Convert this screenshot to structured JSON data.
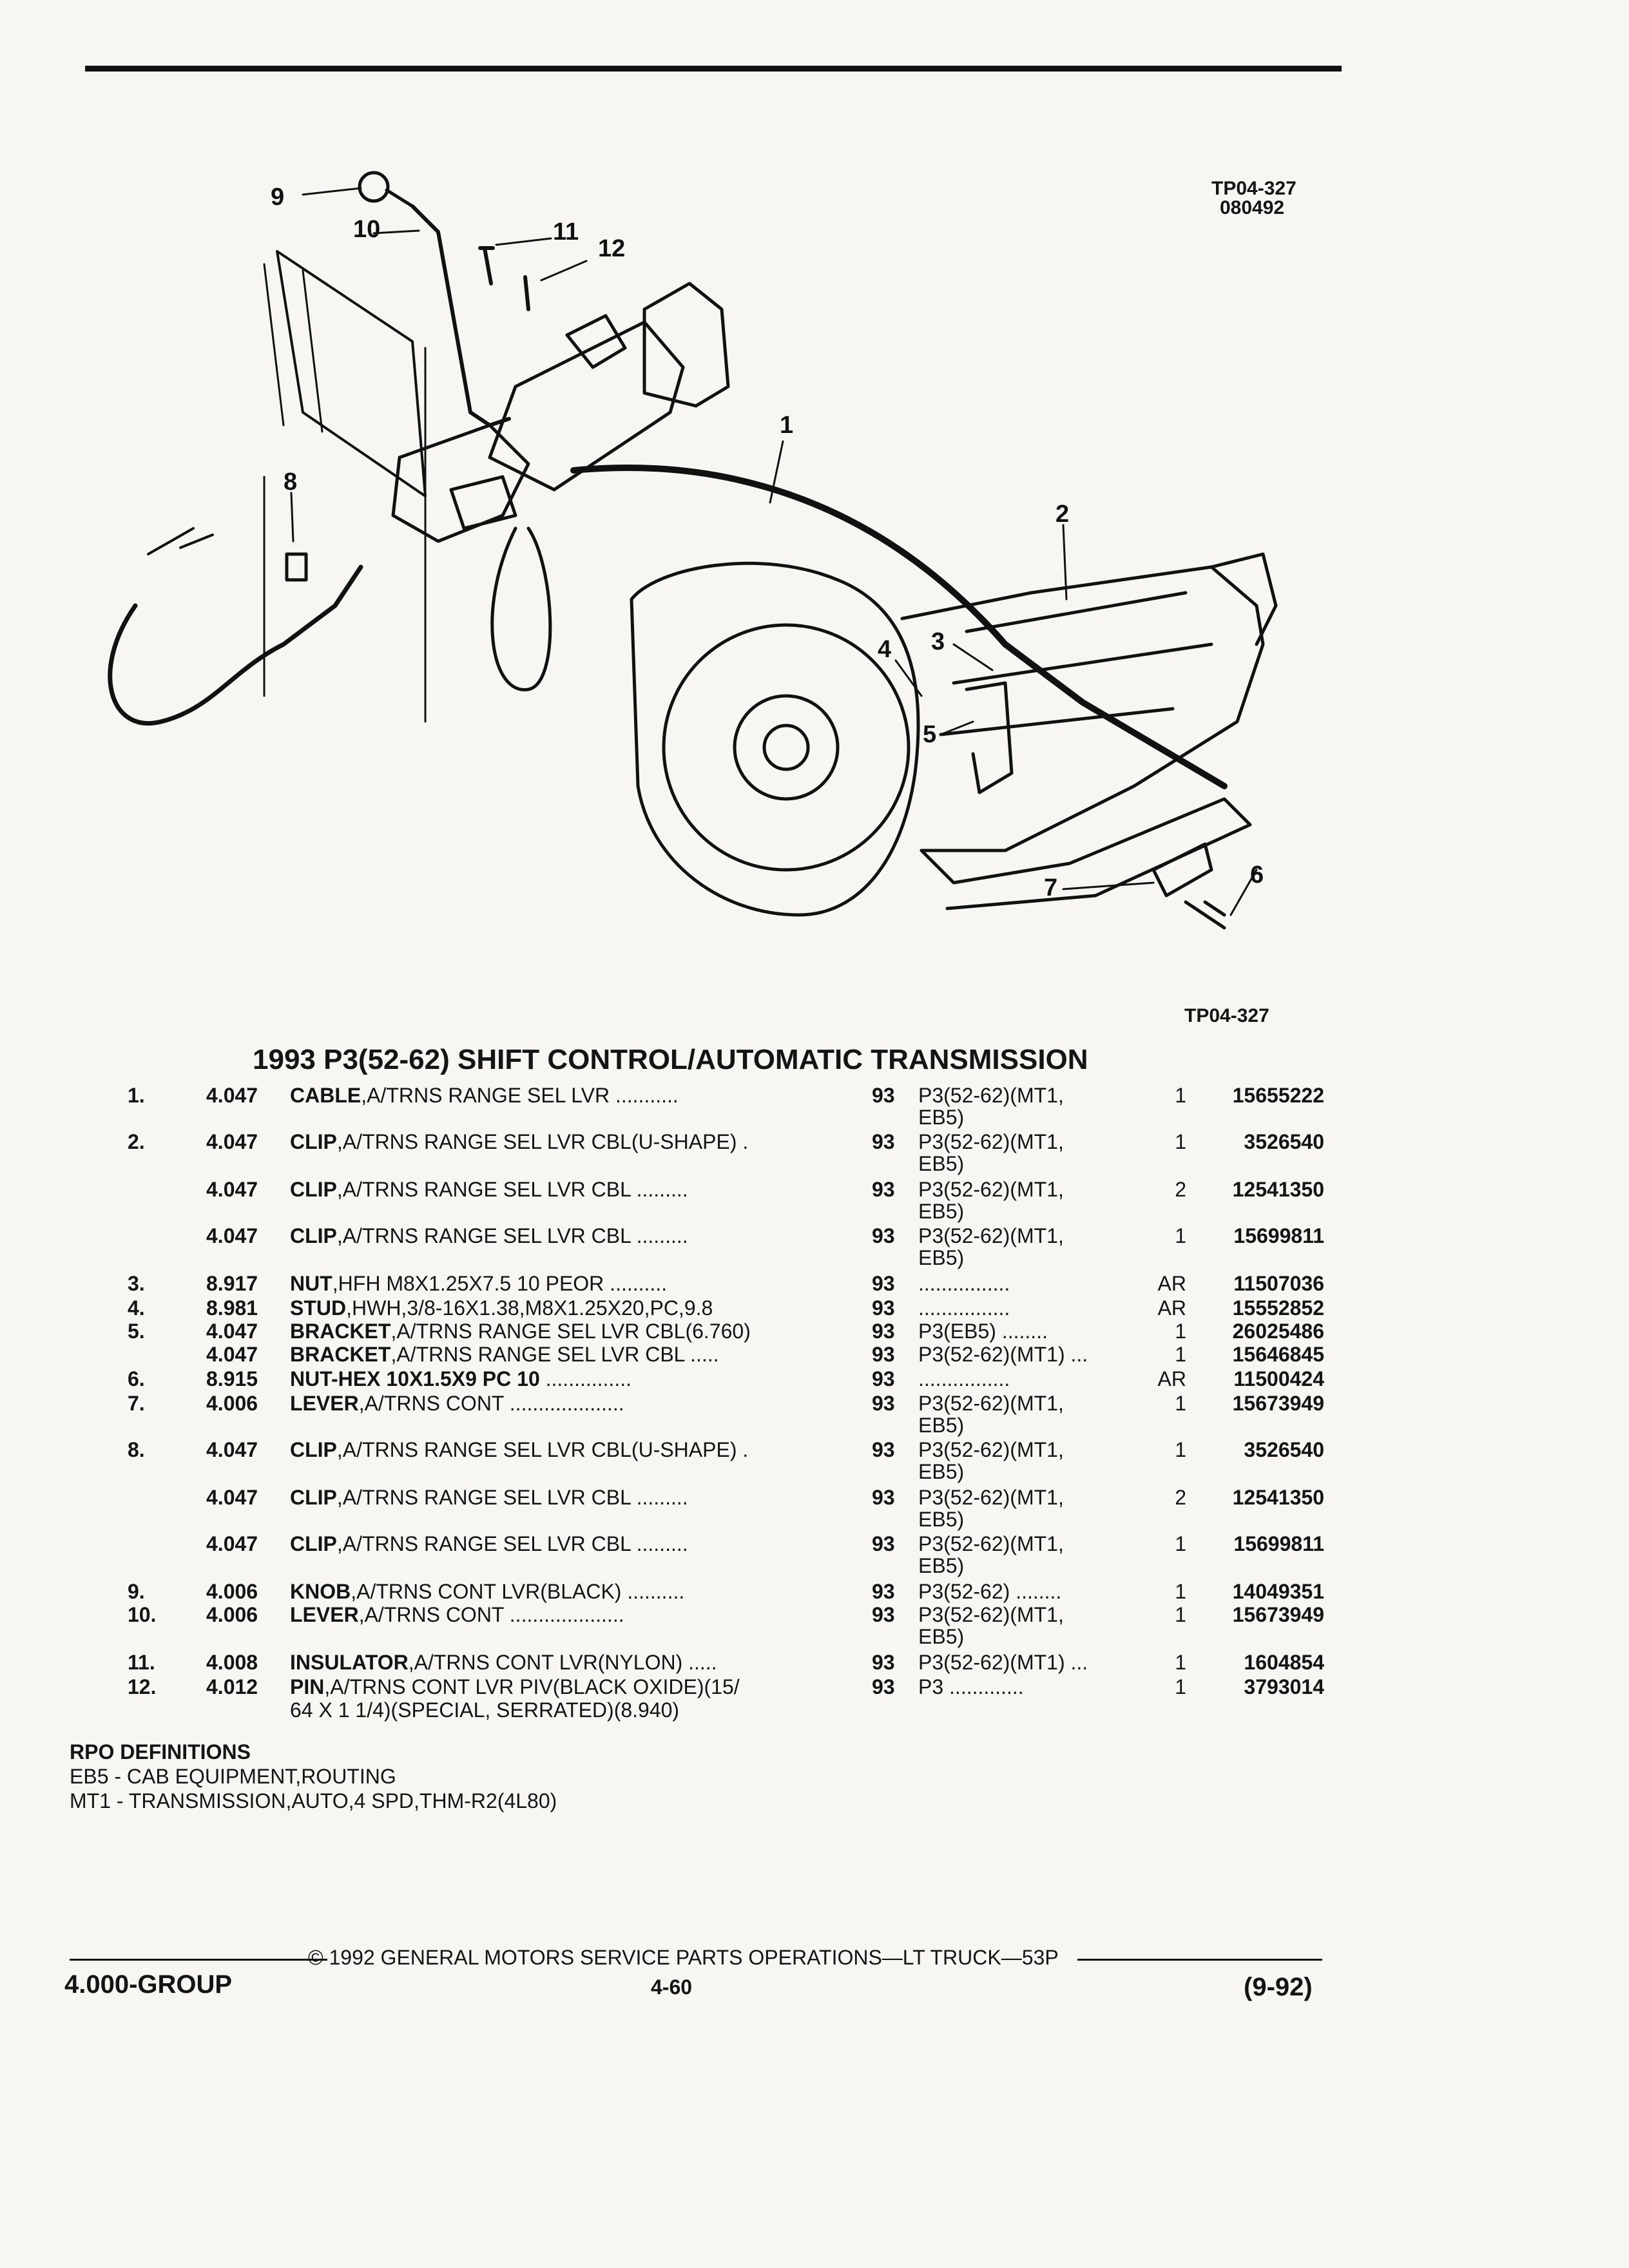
{
  "header": {
    "code": "TP04-327",
    "date_code": "080492",
    "figure_ref": "TP04-327"
  },
  "diagram": {
    "callouts": [
      "1",
      "2",
      "3",
      "4",
      "5",
      "6",
      "7",
      "8",
      "9",
      "10",
      "11",
      "12"
    ]
  },
  "title": "1993 P3(52-62) SHIFT CONTROL/AUTOMATIC TRANSMISSION",
  "parts": [
    {
      "num": "1.",
      "group": "4.047",
      "name": "CABLE",
      "spec": ",A/TRNS RANGE SEL LVR ...........",
      "year": "93",
      "usage": "P3(52-62)(MT1,",
      "usage2": "EB5)",
      "qty": "1",
      "pn": "15655222"
    },
    {
      "num": "2.",
      "group": "4.047",
      "name": "CLIP",
      "spec": ",A/TRNS RANGE SEL LVR CBL(U-SHAPE) .",
      "year": "93",
      "usage": "P3(52-62)(MT1,",
      "usage2": "EB5)",
      "qty": "1",
      "pn": "3526540"
    },
    {
      "num": "",
      "group": "4.047",
      "name": "CLIP",
      "spec": ",A/TRNS RANGE SEL LVR CBL .........",
      "year": "93",
      "usage": "P3(52-62)(MT1,",
      "usage2": "EB5)",
      "qty": "2",
      "pn": "12541350"
    },
    {
      "num": "",
      "group": "4.047",
      "name": "CLIP",
      "spec": ",A/TRNS RANGE SEL LVR CBL .........",
      "year": "93",
      "usage": "P3(52-62)(MT1,",
      "usage2": "EB5)",
      "qty": "1",
      "pn": "15699811"
    },
    {
      "num": "3.",
      "group": "8.917",
      "name": "NUT",
      "spec": ",HFH M8X1.25X7.5 10 PEOR ..........",
      "year": "93",
      "usage": "................",
      "usage2": "",
      "qty": "AR",
      "pn": "11507036"
    },
    {
      "num": "4.",
      "group": "8.981",
      "name": "STUD",
      "spec": ",HWH,3/8-16X1.38,M8X1.25X20,PC,9.8",
      "year": "93",
      "usage": "................",
      "usage2": "",
      "qty": "AR",
      "pn": "15552852"
    },
    {
      "num": "5.",
      "group": "4.047",
      "name": "BRACKET",
      "spec": ",A/TRNS RANGE SEL LVR CBL(6.760)",
      "year": "93",
      "usage": "P3(EB5) ........",
      "usage2": "",
      "qty": "1",
      "pn": "26025486"
    },
    {
      "num": "",
      "group": "4.047",
      "name": "BRACKET",
      "spec": ",A/TRNS RANGE SEL LVR CBL .....",
      "year": "93",
      "usage": "P3(52-62)(MT1) ...",
      "usage2": "",
      "qty": "1",
      "pn": "15646845"
    },
    {
      "num": "6.",
      "group": "8.915",
      "name": "NUT-HEX 10X1.5X9 PC 10",
      "spec": " ...............",
      "year": "93",
      "usage": "................",
      "usage2": "",
      "qty": "AR",
      "pn": "11500424"
    },
    {
      "num": "7.",
      "group": "4.006",
      "name": "LEVER",
      "spec": ",A/TRNS CONT ....................",
      "year": "93",
      "usage": "P3(52-62)(MT1,",
      "usage2": "EB5)",
      "qty": "1",
      "pn": "15673949"
    },
    {
      "num": "8.",
      "group": "4.047",
      "name": "CLIP",
      "spec": ",A/TRNS RANGE SEL LVR CBL(U-SHAPE) .",
      "year": "93",
      "usage": "P3(52-62)(MT1,",
      "usage2": "EB5)",
      "qty": "1",
      "pn": "3526540"
    },
    {
      "num": "",
      "group": "4.047",
      "name": "CLIP",
      "spec": ",A/TRNS RANGE SEL LVR CBL .........",
      "year": "93",
      "usage": "P3(52-62)(MT1,",
      "usage2": "EB5)",
      "qty": "2",
      "pn": "12541350"
    },
    {
      "num": "",
      "group": "4.047",
      "name": "CLIP",
      "spec": ",A/TRNS RANGE SEL LVR CBL .........",
      "year": "93",
      "usage": "P3(52-62)(MT1,",
      "usage2": "EB5)",
      "qty": "1",
      "pn": "15699811"
    },
    {
      "num": "9.",
      "group": "4.006",
      "name": "KNOB",
      "spec": ",A/TRNS CONT LVR(BLACK) ..........",
      "year": "93",
      "usage": "P3(52-62) ........",
      "usage2": "",
      "qty": "1",
      "pn": "14049351"
    },
    {
      "num": "10.",
      "group": "4.006",
      "name": "LEVER",
      "spec": ",A/TRNS CONT ....................",
      "year": "93",
      "usage": "P3(52-62)(MT1,",
      "usage2": "EB5)",
      "qty": "1",
      "pn": "15673949"
    },
    {
      "num": "11.",
      "group": "4.008",
      "name": "INSULATOR",
      "spec": ",A/TRNS CONT LVR(NYLON) .....",
      "year": "93",
      "usage": "P3(52-62)(MT1) ...",
      "usage2": "",
      "qty": "1",
      "pn": "1604854"
    },
    {
      "num": "12.",
      "group": "4.012",
      "name": "PIN",
      "spec": ",A/TRNS CONT LVR PIV(BLACK OXIDE)(15/",
      "spec2": "64 X 1 1/4)(SPECIAL, SERRATED)(8.940)",
      "year": "93",
      "usage": "P3 .............",
      "usage2": "",
      "qty": "1",
      "pn": "3793014"
    }
  ],
  "rpo": {
    "heading": "RPO DEFINITIONS",
    "lines": [
      "EB5 - CAB EQUIPMENT,ROUTING",
      "MT1 - TRANSMISSION,AUTO,4 SPD,THM-R2(4L80)"
    ]
  },
  "footer": {
    "copyright": "© 1992 GENERAL MOTORS SERVICE PARTS OPERATIONS—LT TRUCK—53P",
    "group": "4.000-GROUP",
    "page": "4-60",
    "date": "(9-92)"
  }
}
